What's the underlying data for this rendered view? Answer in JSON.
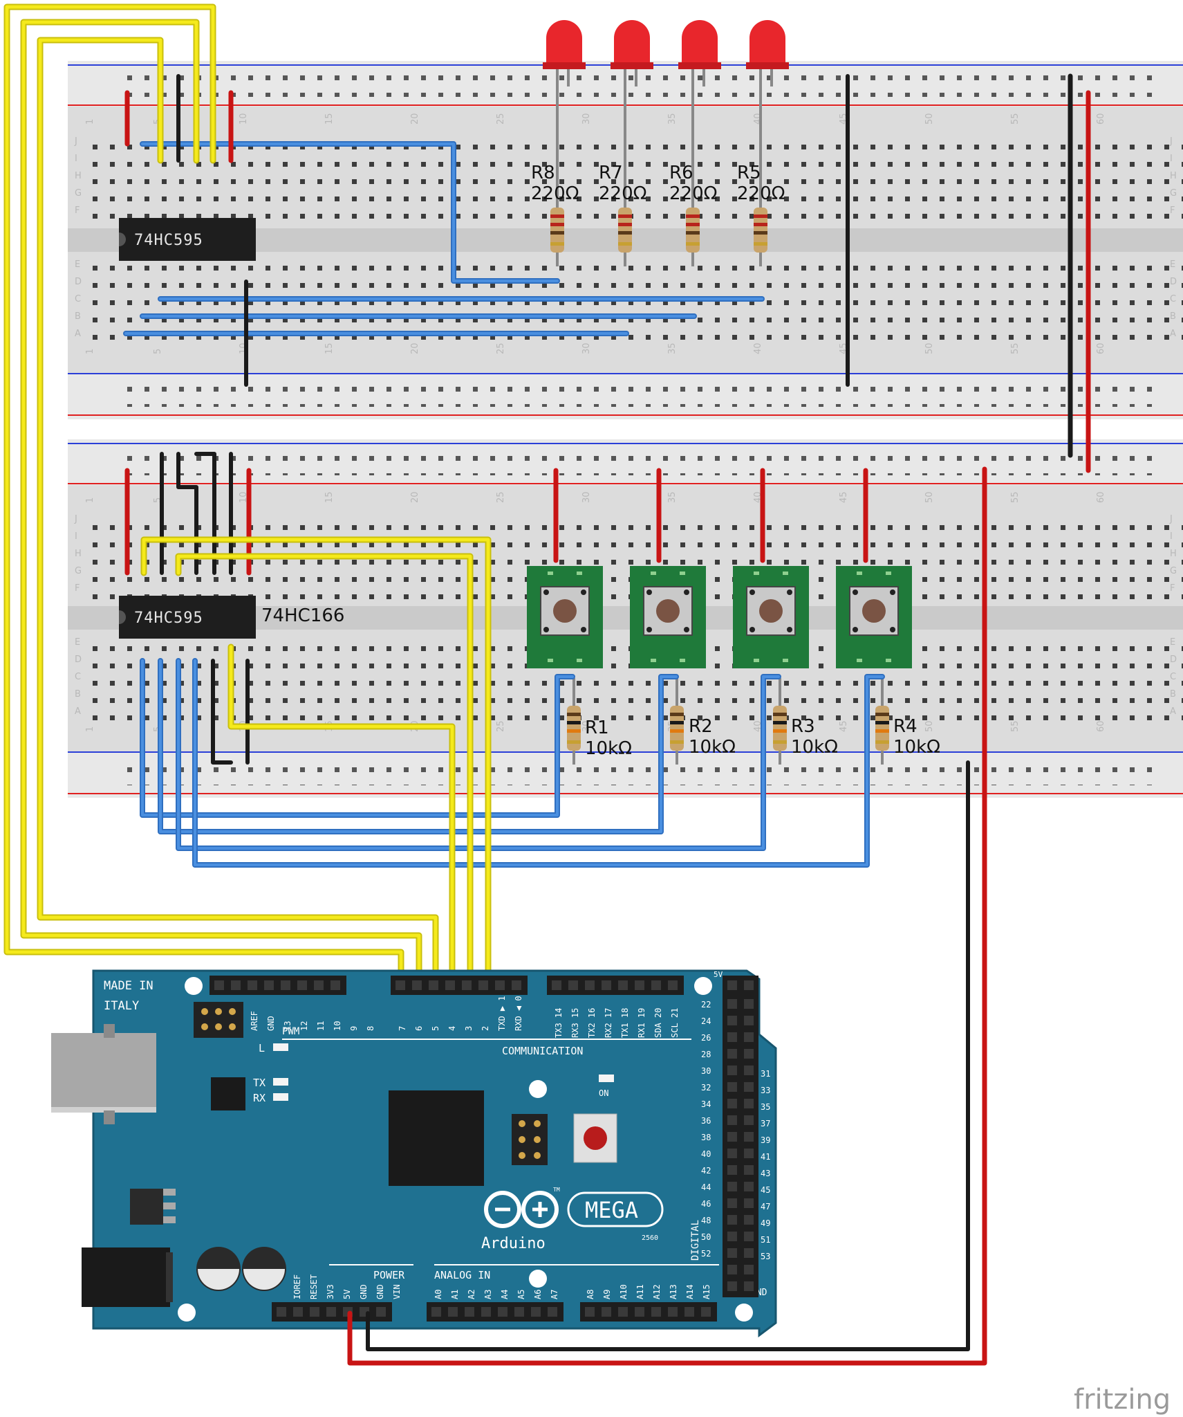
{
  "shift_register_top": {
    "label": "74HC595"
  },
  "shift_register_bottom": {
    "label": "74HC595",
    "side_label": "74HC166"
  },
  "led_resistors": [
    {
      "name": "R8",
      "value": "220Ω"
    },
    {
      "name": "R7",
      "value": "220Ω"
    },
    {
      "name": "R6",
      "value": "220Ω"
    },
    {
      "name": "R5",
      "value": "220Ω"
    }
  ],
  "button_resistors": [
    {
      "name": "R1",
      "value": "10kΩ"
    },
    {
      "name": "R2",
      "value": "10kΩ"
    },
    {
      "name": "R3",
      "value": "10kΩ"
    },
    {
      "name": "R4",
      "value": "10kΩ"
    }
  ],
  "breadboard": {
    "col_numbers": [
      "1",
      "5",
      "10",
      "15",
      "20",
      "25",
      "30",
      "35",
      "40",
      "45",
      "50",
      "55",
      "60"
    ],
    "row_letters_top": [
      "J",
      "I",
      "H",
      "G",
      "F"
    ],
    "row_letters_bottom": [
      "E",
      "D",
      "C",
      "B",
      "A"
    ]
  },
  "arduino": {
    "made_in": "MADE IN",
    "italy": "ITALY",
    "pwm": "PWM",
    "l": "L",
    "tx": "TX",
    "rx": "RX",
    "on": "ON",
    "communication": "COMMUNICATION",
    "mega": "MEGA",
    "arduino": "Arduino",
    "model": "2560",
    "tm": "TM",
    "power": "POWER",
    "analog_in": "ANALOG IN",
    "digital": "DIGITAL",
    "gnd": "GND",
    "fivev": "5V",
    "top_pins_left": [
      "AREF",
      "GND",
      "13",
      "12",
      "11",
      "10",
      "9",
      "8"
    ],
    "top_pins_mid": [
      "7",
      "6",
      "5",
      "4",
      "3",
      "2",
      "TXD ▶ 1",
      "RXD ◀ 0"
    ],
    "top_pins_comm": [
      "TX3 14",
      "RX3 15",
      "TX2 16",
      "RX2 17",
      "TX1 18",
      "RX1 19",
      "SDA 20",
      "SCL 21"
    ],
    "power_pins": [
      "IOREF",
      "RESET",
      "3V3",
      "5V",
      "GND",
      "GND",
      "VIN"
    ],
    "analog_pins": [
      "A0",
      "A1",
      "A2",
      "A3",
      "A4",
      "A5",
      "A6",
      "A7",
      "A8",
      "A9",
      "A10",
      "A11",
      "A12",
      "A13",
      "A14",
      "A15"
    ],
    "digital_left": [
      "22",
      "24",
      "26",
      "28",
      "30",
      "32",
      "34",
      "36",
      "38",
      "40",
      "42",
      "44",
      "46",
      "48",
      "50",
      "52"
    ],
    "digital_right": [
      "31",
      "33",
      "35",
      "37",
      "39",
      "41",
      "43",
      "45",
      "47",
      "49",
      "51",
      "53"
    ]
  },
  "watermark": "fritzing",
  "colors": {
    "wire_yellow": "#f5ea1c",
    "wire_blue": "#3a7fd0",
    "wire_red": "#cc1212",
    "wire_black": "#1a1a1a",
    "board_teal": "#1f7191",
    "led_red": "#e8262c",
    "button_green": "#1f7a3a"
  }
}
